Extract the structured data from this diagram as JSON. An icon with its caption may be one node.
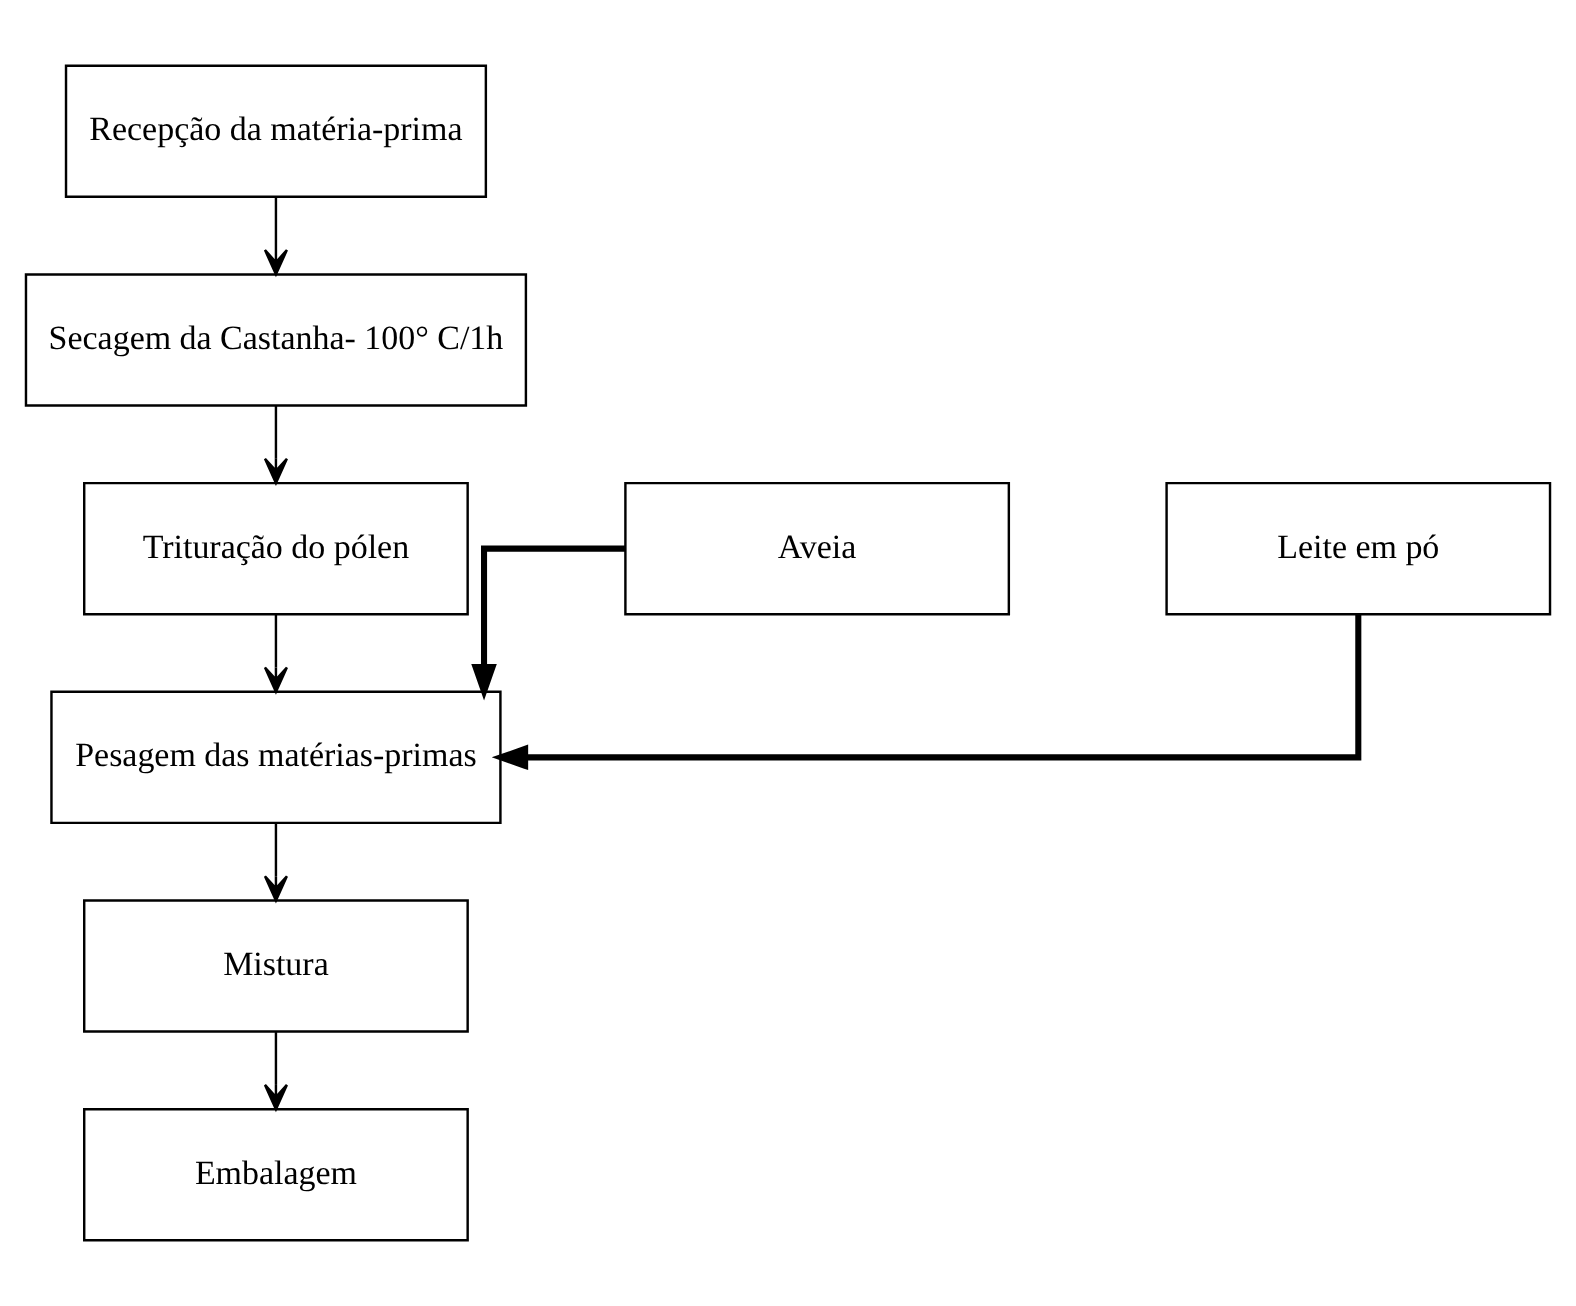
{
  "diagram": {
    "nodes": [
      {
        "text": [
          "Recepção da matéria-prima"
        ]
      },
      {
        "text": [
          "Secagem da Castanha- 100° C/1h"
        ]
      },
      {
        "text": [
          "Aveia"
        ]
      },
      {
        "text": [
          "Trituração do pólen"
        ]
      },
      {
        "text": [
          "Leite em pó"
        ]
      },
      {
        "text": [
          "Pesagem das matérias-primas"
        ]
      },
      {
        "text": [
          "Mistura"
        ]
      },
      {
        "text": [
          "Embalagem"
        ]
      }
    ],
    "edges": [
      {
        "from": 0,
        "to": 1,
        "arrow": "to"
      },
      {
        "from": 1,
        "to": 3,
        "arrow": "to"
      },
      {
        "from": 3,
        "to": 5,
        "arrow": "to"
      },
      {
        "from": 2,
        "to": 5,
        "arrow": "to",
        "style": "thick"
      },
      {
        "from": 4,
        "to": 5,
        "arrow": "to",
        "style": "thick"
      },
      {
        "from": 5,
        "to": 6,
        "arrow": "to"
      },
      {
        "from": 6,
        "to": 7,
        "arrow": "to"
      }
    ]
  }
}
